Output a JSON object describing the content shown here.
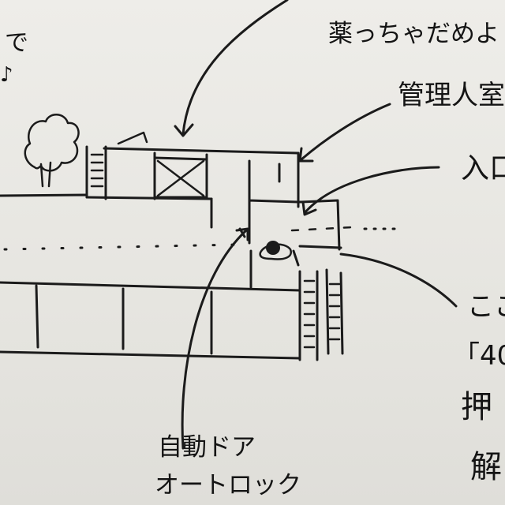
{
  "labels": {
    "top_left_fragment": "で",
    "top_right": "薬っちゃだめよ",
    "management_room": "管理人室",
    "entrance": "入口",
    "auto_door_line1": "自動ドア",
    "auto_door_line2": "オートロック",
    "right_note_line1": "ここ",
    "right_note_line2": "「40",
    "right_note_line3": "押",
    "right_note_line4": "解"
  },
  "colors": {
    "ink": "#1b1b1b",
    "paper": "#eeede9"
  }
}
